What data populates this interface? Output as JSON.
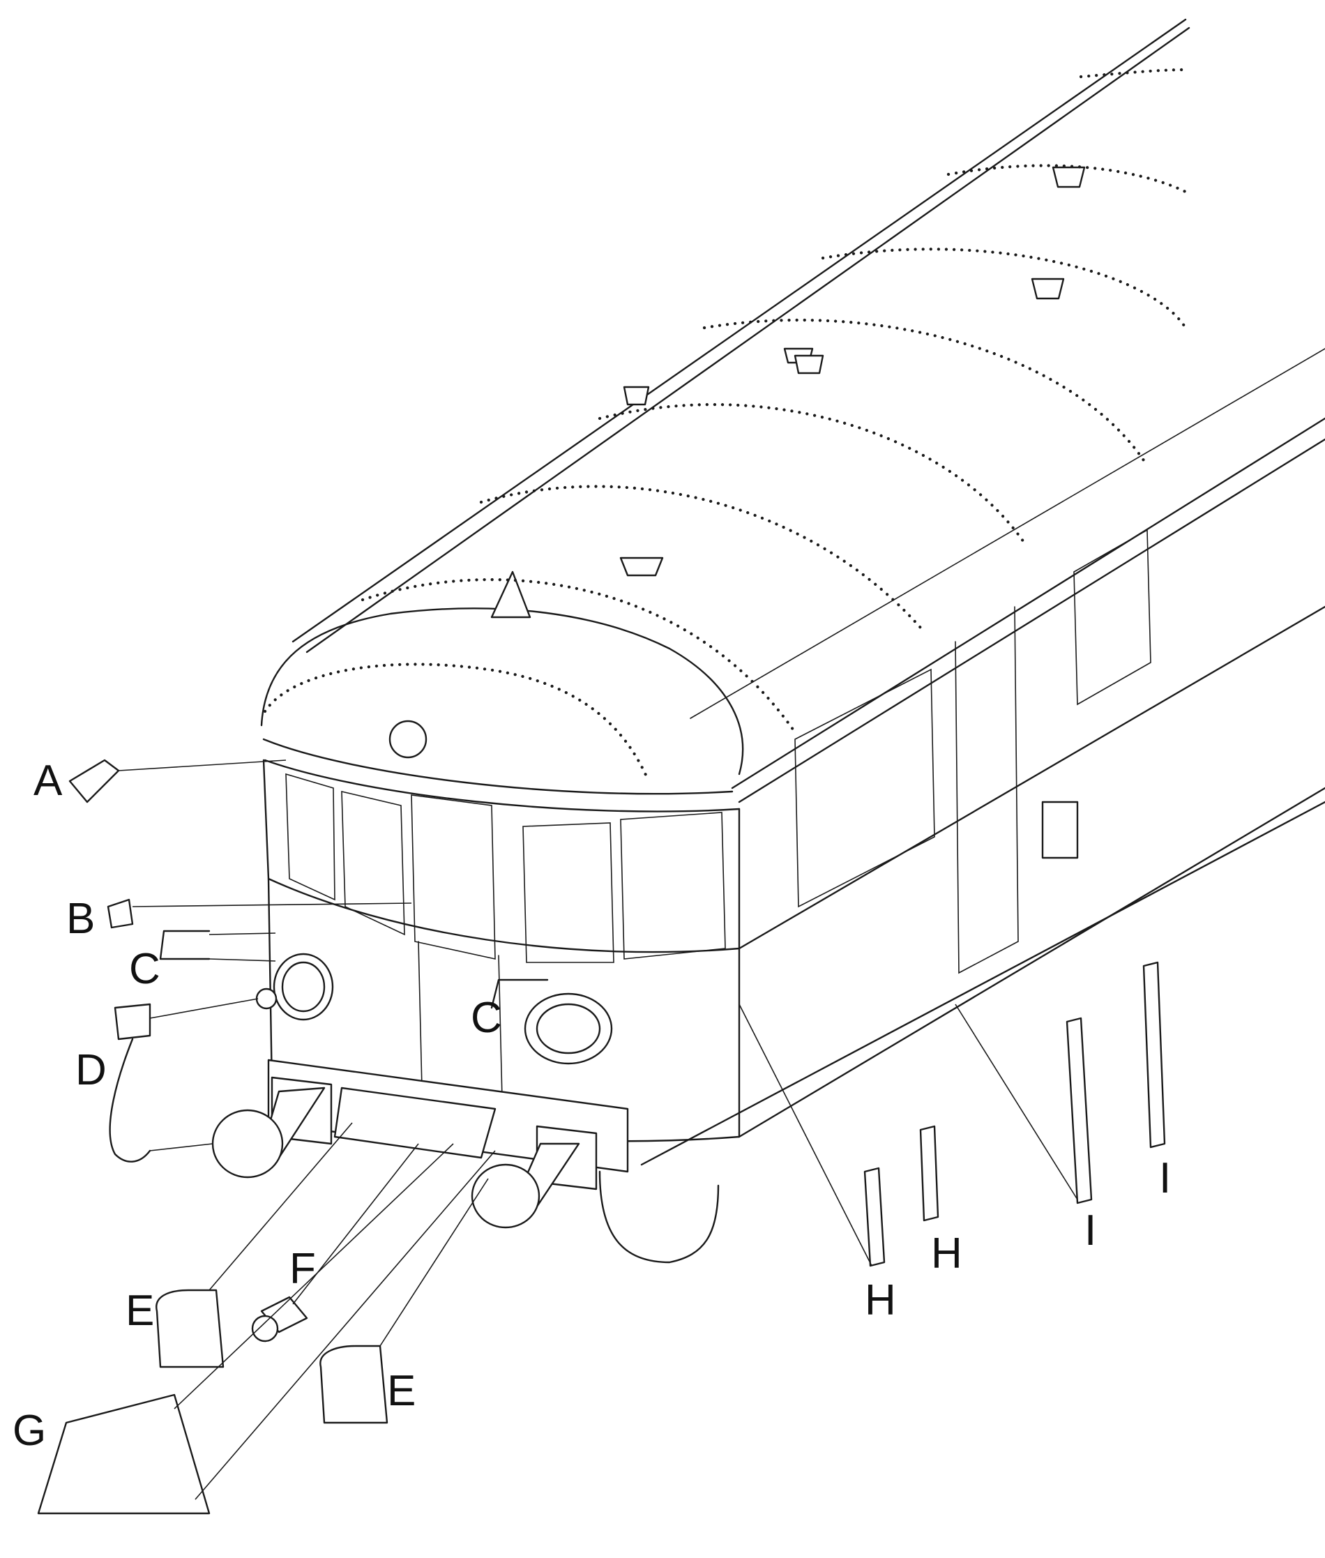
{
  "callouts": [
    {
      "id": "A",
      "label": "A"
    },
    {
      "id": "B",
      "label": "B"
    },
    {
      "id": "C1",
      "label": "C"
    },
    {
      "id": "C2",
      "label": "C"
    },
    {
      "id": "D",
      "label": "D"
    },
    {
      "id": "E1",
      "label": "E"
    },
    {
      "id": "E2",
      "label": "E"
    },
    {
      "id": "F",
      "label": "F"
    },
    {
      "id": "G",
      "label": "G"
    },
    {
      "id": "H1",
      "label": "H"
    },
    {
      "id": "H2",
      "label": "H"
    },
    {
      "id": "I1",
      "label": "I"
    },
    {
      "id": "I2",
      "label": "I"
    }
  ],
  "colors": {
    "ink": "#1a1a1a",
    "paper": "#ffffff"
  }
}
